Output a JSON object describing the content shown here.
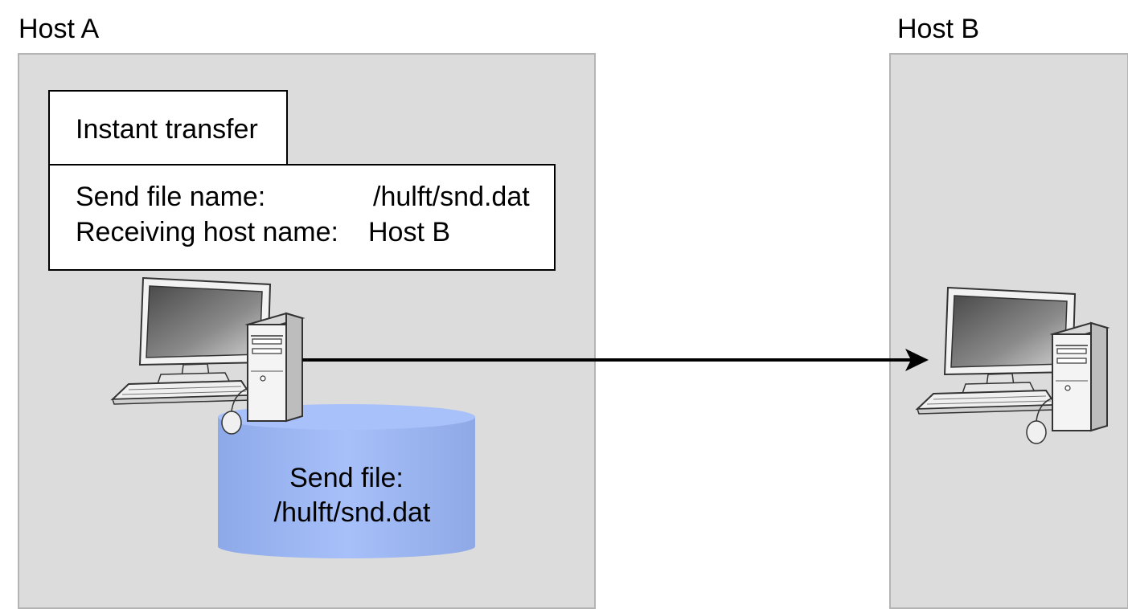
{
  "hosts": {
    "a": {
      "label": "Host A"
    },
    "b": {
      "label": "Host B"
    }
  },
  "transfer_card": {
    "title": "Instant transfer",
    "send_file_label": "Send file name:",
    "send_file_value": "/hulft/snd.dat",
    "receiving_host_label": "Receiving host name:",
    "receiving_host_value": "Host B"
  },
  "storage": {
    "line1": "Send file:",
    "line2": "/hulft/snd.dat"
  },
  "colors": {
    "host_panel": "#dcdcdc",
    "panel_border": "#b4b4b4",
    "cylinder_fill": "#9db6ef",
    "cylinder_top": "#a9c1fb",
    "arrow": "#000000"
  },
  "icons": [
    "desktop-computer-icon",
    "desktop-computer-icon"
  ]
}
